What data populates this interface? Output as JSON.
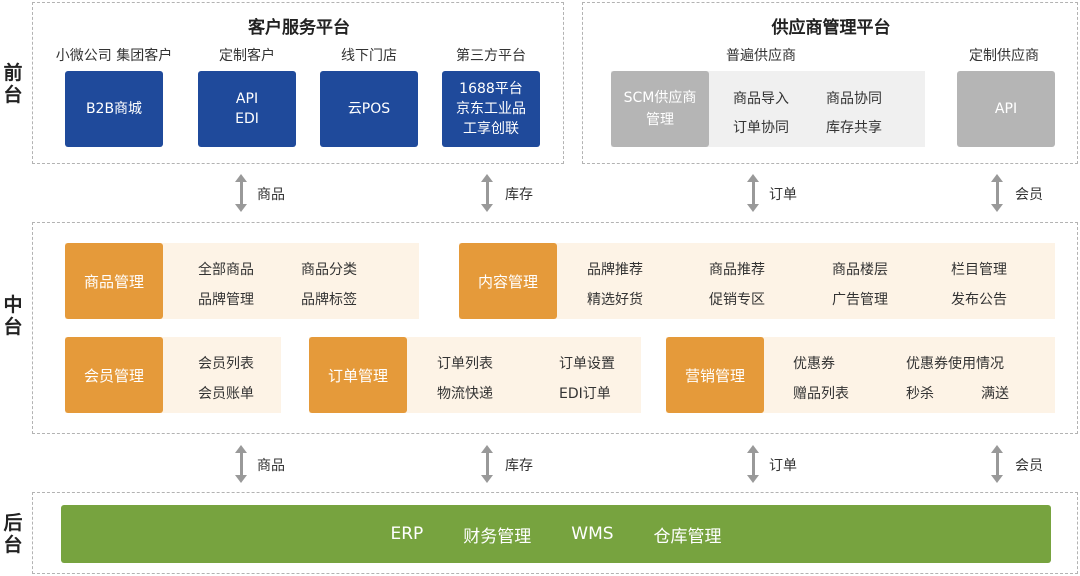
{
  "layers": {
    "front": "前台",
    "middle": "中台",
    "back": "后台"
  },
  "customer_platform": {
    "title": "客户服务平台",
    "columns": [
      {
        "caption": "小微公司 集团客户",
        "lines": [
          "B2B商城"
        ]
      },
      {
        "caption": "定制客户",
        "lines": [
          "API",
          "EDI"
        ]
      },
      {
        "caption": "线下门店",
        "lines": [
          "云POS"
        ]
      },
      {
        "caption": "第三方平台",
        "lines": [
          "1688平台",
          "京东工业品",
          "工享创联"
        ]
      }
    ]
  },
  "supply_platform": {
    "title": "供应商管理平台",
    "normal_caption": "普遍供应商",
    "scm_lines": [
      "SCM供应商",
      "管理"
    ],
    "normal_items": [
      "商品导入",
      "商品协同",
      "订单协同",
      "库存共享"
    ],
    "custom_caption": "定制供应商",
    "custom_box": "API"
  },
  "top_arrows": [
    "商品",
    "库存",
    "订单",
    "会员"
  ],
  "middle": {
    "goods": {
      "label": "商品管理",
      "items": [
        "全部商品",
        "商品分类",
        "品牌管理",
        "品牌标签"
      ]
    },
    "content": {
      "label": "内容管理",
      "items": [
        "品牌推荐",
        "商品推荐",
        "商品楼层",
        "栏目管理",
        "精选好货",
        "促销专区",
        "广告管理",
        "发布公告"
      ]
    },
    "member": {
      "label": "会员管理",
      "items": [
        "会员列表",
        "会员账单"
      ]
    },
    "order": {
      "label": "订单管理",
      "items": [
        "订单列表",
        "订单设置",
        "物流快递",
        "EDI订单"
      ]
    },
    "marketing": {
      "label": "营销管理",
      "items": [
        "优惠券",
        "优惠券使用情况",
        "赠品列表",
        "秒杀",
        "满送"
      ]
    }
  },
  "bottom_arrows": [
    "商品",
    "库存",
    "订单",
    "会员"
  ],
  "backend": {
    "items": [
      "ERP",
      "财务管理",
      "WMS",
      "仓库管理"
    ]
  }
}
